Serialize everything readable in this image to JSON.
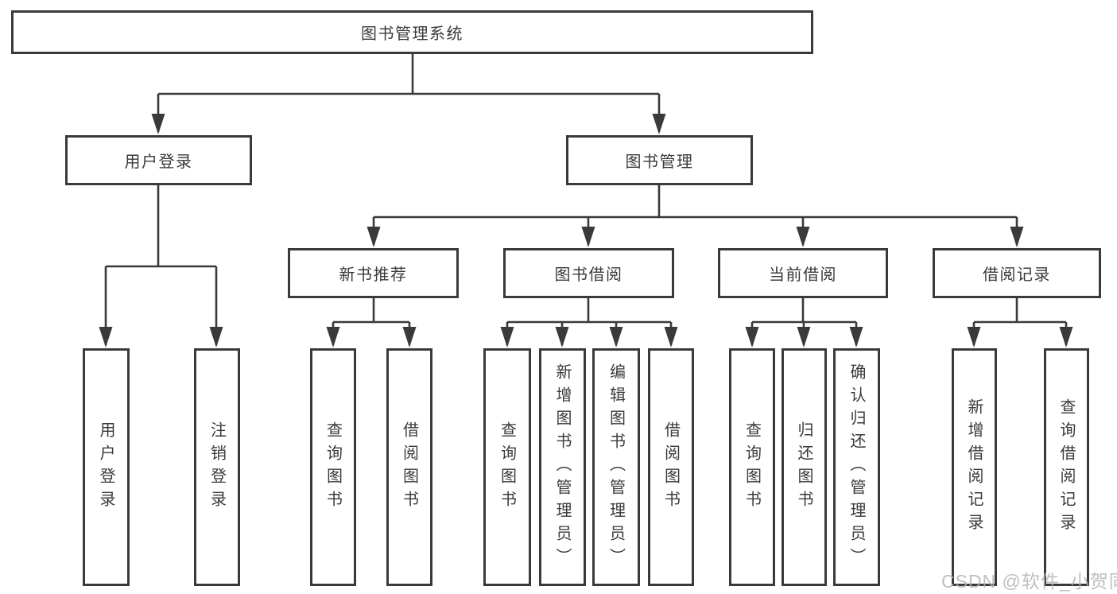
{
  "diagram_title": "图书管理系统",
  "tree": {
    "root": {
      "label": "图书管理系统",
      "children": [
        {
          "label": "用户登录",
          "children": [
            {
              "label": "用户登录"
            },
            {
              "label": "注销登录"
            }
          ]
        },
        {
          "label": "图书管理",
          "children": [
            {
              "label": "新书推荐",
              "children": [
                {
                  "label": "查询图书"
                },
                {
                  "label": "借阅图书"
                }
              ]
            },
            {
              "label": "图书借阅",
              "children": [
                {
                  "label": "查询图书"
                },
                {
                  "label": "新增图书（管理员）"
                },
                {
                  "label": "编辑图书（管理员）"
                },
                {
                  "label": "借阅图书"
                }
              ]
            },
            {
              "label": "当前借阅",
              "children": [
                {
                  "label": "查询图书"
                },
                {
                  "label": "归还图书"
                },
                {
                  "label": "确认归还（管理员）"
                }
              ]
            },
            {
              "label": "借阅记录",
              "children": [
                {
                  "label": "新增借阅记录"
                },
                {
                  "label": "查询借阅记录"
                }
              ]
            }
          ]
        }
      ]
    }
  },
  "watermark": {
    "text": "CSDN @软件_小贺同学"
  },
  "colors": {
    "line": "#3a3a3a",
    "box_border": "#3a3a3a",
    "text": "#3a3a3a",
    "watermark": "#b5b5b5",
    "background": "#ffffff"
  }
}
